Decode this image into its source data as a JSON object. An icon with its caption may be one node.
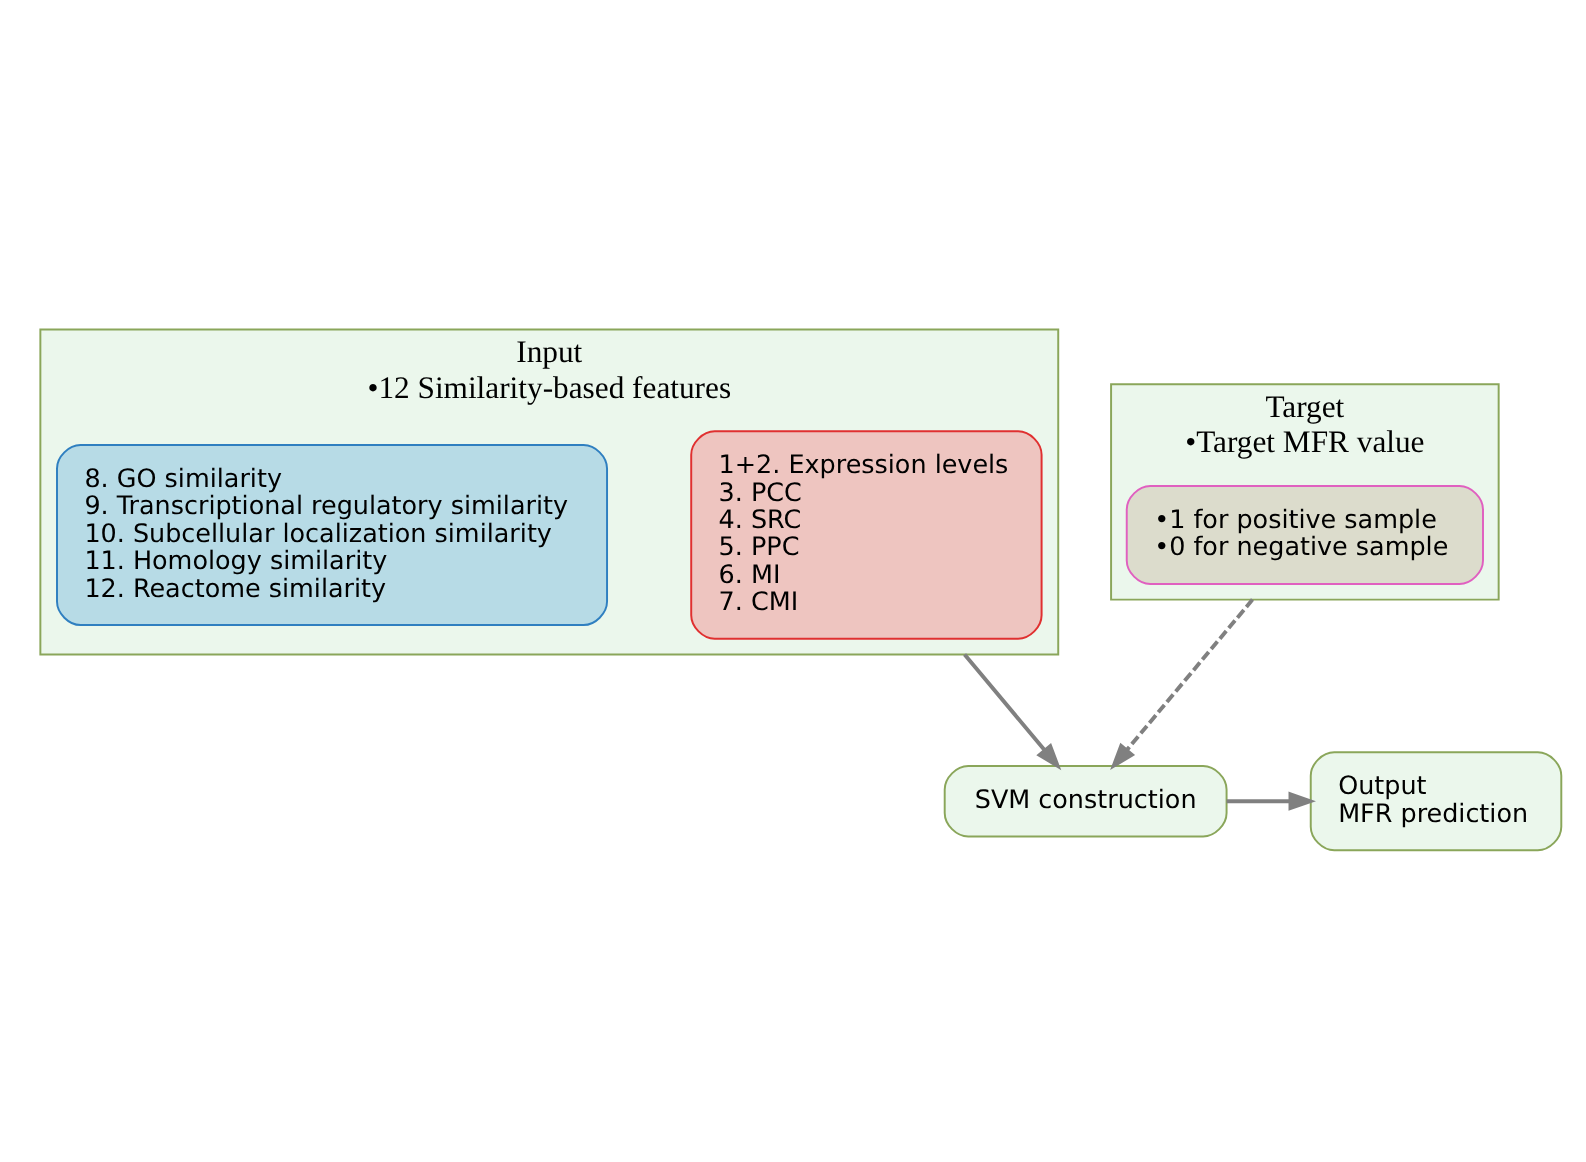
{
  "diagram": {
    "nodes": [
      {
        "text": [
          "Input",
          "•12 Similarity-based features"
        ]
      },
      {
        "text": [
          "1+2. Expression levels",
          "3. PCC",
          "4. SRC",
          "5. PPC",
          "6. MI",
          "7. CMI"
        ],
        "in": 0
      },
      {
        "text": [
          "8. GO similarity",
          "9. Transcriptional regulatory similarity",
          "10. Subcellular localization similarity",
          "11. Homology similarity",
          "12. Reactome similarity"
        ],
        "in": 0
      },
      {
        "text": [
          "Target",
          "•Target MFR value"
        ]
      },
      {
        "text": [
          "•1 for positive sample",
          "•0 for negative sample"
        ],
        "in": 3
      },
      {
        "text": [
          "SVM construction"
        ]
      },
      {
        "text": [
          "Output",
          "MFR prediction"
        ]
      }
    ],
    "edges": [
      {
        "from": 0,
        "to": 5,
        "arrow": "to"
      },
      {
        "from": 3,
        "to": 5,
        "arrow": "to",
        "style": "dashed"
      },
      {
        "from": 5,
        "to": 6,
        "arrow": "to"
      }
    ]
  }
}
